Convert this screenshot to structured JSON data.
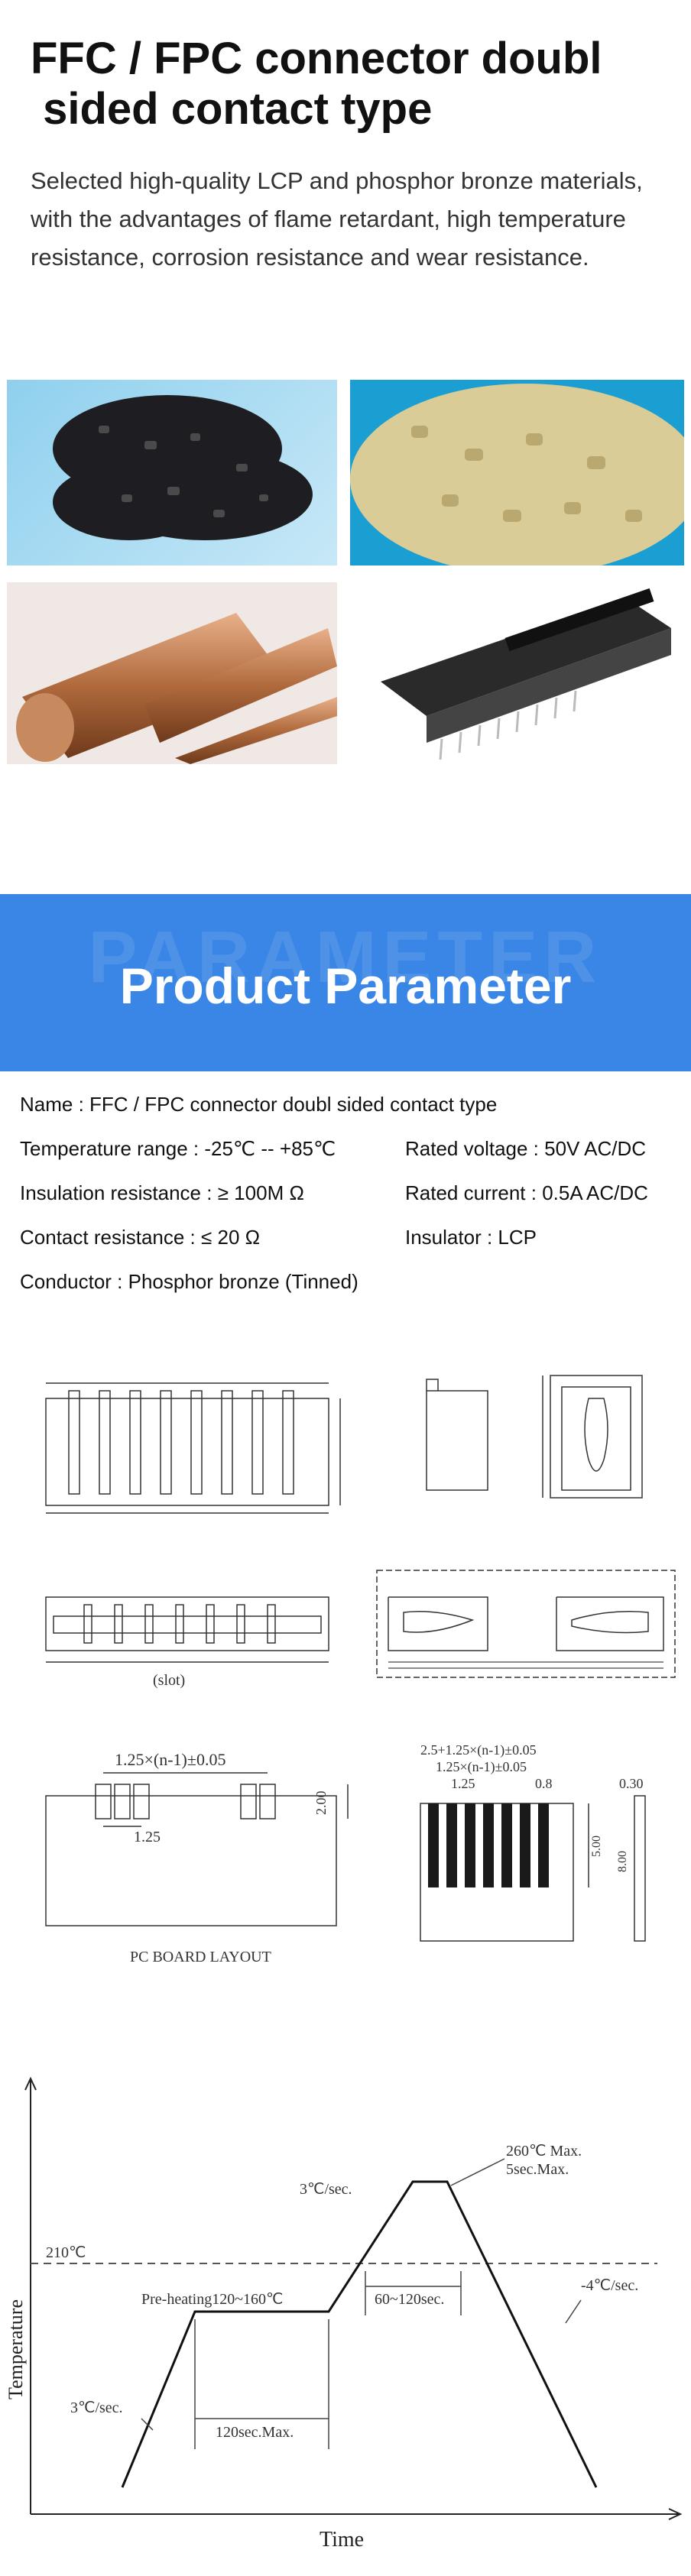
{
  "header": {
    "title": "FFC / FPC connector doubl\n sided contact type",
    "intro": "Selected high-quality LCP and phosphor bronze materials, with the advantages of flame retardant, high temperature resistance, corrosion resistance and wear resistance."
  },
  "banner": {
    "ghost": "PARAMETER",
    "title": "Product Parameter"
  },
  "specs": {
    "name": "Name :  FFC / FPC connector doubl sided contact type",
    "temperature": "Temperature range : -25℃ -- +85℃",
    "voltage": "Rated voltage : 50V AC/DC",
    "insulation": "Insulation resistance : ≥ 100M Ω",
    "current": "Rated current : 0.5A AC/DC",
    "contact": "Contact resistance :  ≤ 20 Ω",
    "insulator": "Insulator : LCP",
    "conductor": "Conductor :  Phosphor bronze (Tinned)"
  },
  "drawings": {
    "slot_label": "(slot)",
    "pitch_formula": "1.25×(n-1)±0.05",
    "pitch": "1.25",
    "height_dim": "2.00",
    "pc_board": "PC BOARD LAYOUT",
    "fpc_total": "2.5+1.25×(n-1)±0.05",
    "fpc_formula": "1.25×(n-1)±0.05",
    "fpc_pitch": "1.25",
    "fpc_gap": "0.8",
    "fpc_thickness": "0.30",
    "fpc_len1": "5.00",
    "fpc_len2": "8.00"
  },
  "reflow": {
    "ylabel": "Temperature",
    "xlabel": "Time",
    "peak": "260℃ Max.",
    "peak_time": "5sec.Max.",
    "ramp_up2": "3℃/sec.",
    "ramp_up1": "3℃/sec.",
    "ramp_down": "-4℃/sec.",
    "threshold": "210℃",
    "preheat": "Pre-heating120~160℃",
    "reflow_time": "60~120sec.",
    "preheat_time": "120sec.Max."
  },
  "colors": {
    "banner": "#3a86e6"
  }
}
